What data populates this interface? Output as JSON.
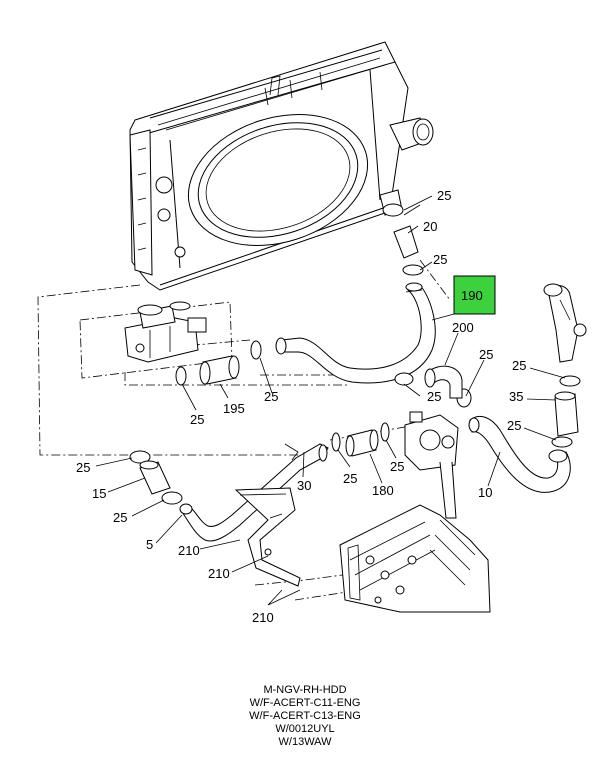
{
  "callouts": {
    "c25_a": "25",
    "c20": "20",
    "c25_b": "25",
    "c190": "190",
    "c200": "200",
    "c25_c": "25",
    "c25_d": "25",
    "c35": "35",
    "c25_e": "25",
    "c25_f": "25",
    "c195": "195",
    "c25_g": "25",
    "c25_h": "25",
    "c25_i": "25",
    "c30": "30",
    "c25_j": "25",
    "c180": "180",
    "c10": "10",
    "c25_k": "25",
    "c15": "15",
    "c25_l": "25",
    "c5": "5",
    "c210_a": "210",
    "c210_b": "210",
    "c210_c": "210"
  },
  "highlight_color": "#3dd13d",
  "caption": {
    "line1": "M-NGV-RH-HDD",
    "line2": "W/F-ACERT-C11-ENG",
    "line3": "W/F-ACERT-C13-ENG",
    "line4": "W/0012UYL",
    "line5": "W/13WAW"
  }
}
